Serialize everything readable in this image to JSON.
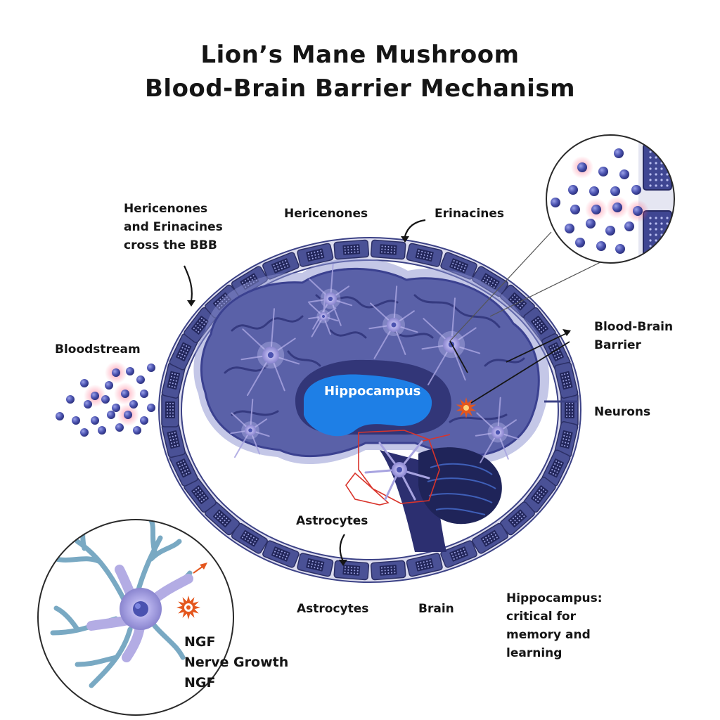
{
  "title": {
    "line1": "Lion’s Mane Mushroom",
    "line2": "Blood-Brain Barrier Mechanism"
  },
  "labels": {
    "cross_bbb": [
      "Hericenones",
      "and Erinacines",
      "cross the BBB"
    ],
    "hericenones": "Hericenones",
    "erinacines": "Erinacines",
    "bloodstream": "Bloodstream",
    "blood_brain_barrier": [
      "Blood-Brain",
      "Barrier"
    ],
    "neurons": "Neurons",
    "hippocampus": "Hippocampus",
    "astrocytes_top": "Astrocytes",
    "astrocytes_bottom": "Astrocytes",
    "brain": "Brain",
    "hippocampus_note": [
      "Hippocampus:",
      "critical for",
      "memory and",
      "learning"
    ],
    "ngf": [
      "NGF",
      "Nerve Growth",
      "NGF"
    ]
  },
  "colors": {
    "barrier_cell": "#4a5196",
    "barrier_edge": "#2b2f66",
    "brain_fill": "#5a61a8",
    "brain_dark": "#2c2f70",
    "hippocampus": "#1e7fe6",
    "cerebellum": "#1f2459",
    "neuron": "#a7a3e0",
    "ngf_star": "#e4571e",
    "highlight_outline": "#d9342b",
    "dendrite": "#79a9c3"
  },
  "icons": [
    "arrow-icon",
    "ngf-star-icon",
    "molecule-icon",
    "neuron-icon"
  ]
}
